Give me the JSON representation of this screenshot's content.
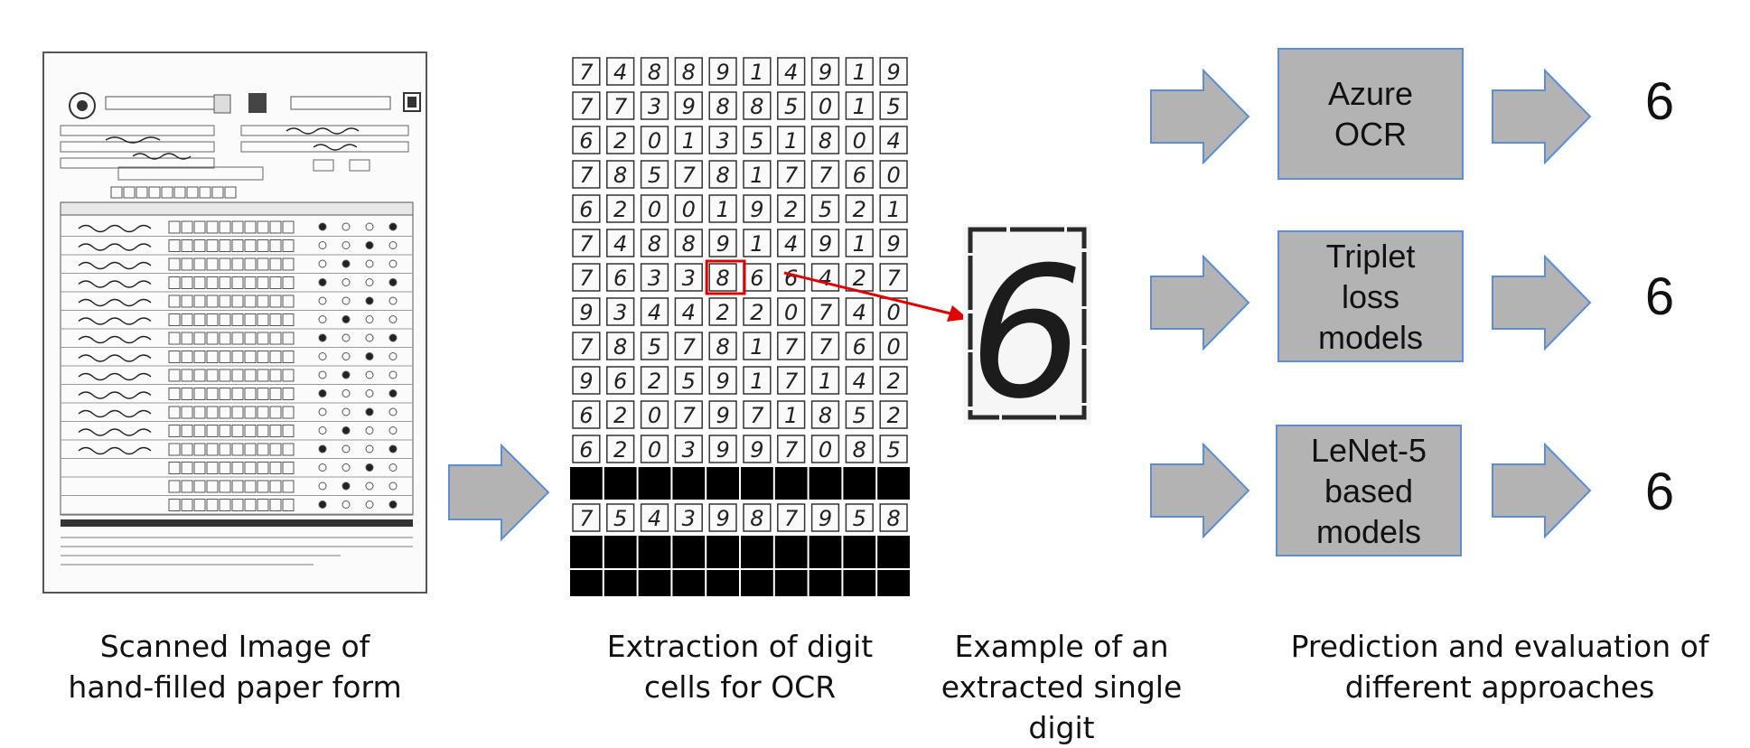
{
  "captions": {
    "scanned": "Scanned Image of\nhand-filled paper form",
    "extraction": "Extraction of digit\ncells for OCR",
    "example": "Example of an\nextracted single digit",
    "prediction": "Prediction and evaluation of\ndifferent approaches"
  },
  "models": [
    {
      "label": "Azure\nOCR",
      "prediction": "6"
    },
    {
      "label": "Triplet\nloss\nmodels",
      "prediction": "6"
    },
    {
      "label": "LeNet-5\nbased\nmodels",
      "prediction": "6"
    }
  ],
  "digit_grid": {
    "rows": [
      "7488914919",
      "7739885015",
      "6201351804",
      "7857817760",
      "6200192521",
      "7488914919",
      "7633866427",
      "9344220740",
      "7857817760",
      "9625917142",
      "6207971852",
      "6203997085"
    ],
    "extra_row": "7543987958",
    "highlight": {
      "row": 6,
      "col": 4
    }
  },
  "example_digit": "6",
  "colors": {
    "arrow_fill": "#b3b3b3",
    "arrow_stroke": "#5b8ed6",
    "highlight": "#e00000",
    "box_fill": "#b3b3b3",
    "box_stroke": "#5b8ed6"
  }
}
